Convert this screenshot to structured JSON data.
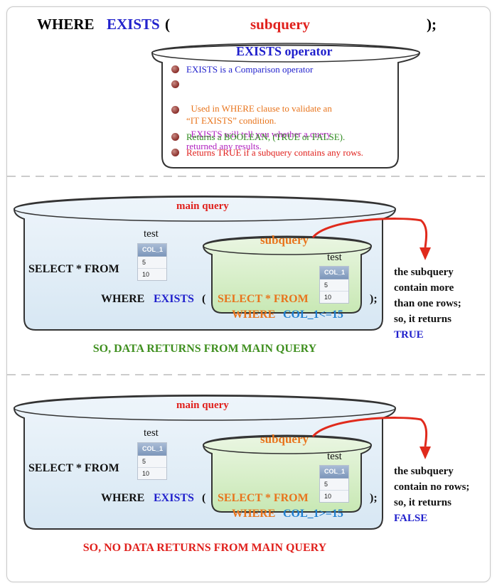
{
  "header": {
    "where": "WHERE",
    "exists": "EXISTS",
    "open_paren": "(",
    "subquery": "subquery",
    "close_paren": ");"
  },
  "exists_box": {
    "title": "EXISTS operator",
    "bullets": [
      {
        "text": "EXISTS is a Comparison operator",
        "color": "#1f1fcc"
      },
      {
        "text": "Used in WHERE clause to validate an\n“IT EXISTS” condition.",
        "color": "#e8741c"
      },
      {
        "text": "EXISTS will tell you whether a query\nreturned any results.",
        "color": "#b020c0"
      },
      {
        "text": "Returns a BOOLEAN, (TRUE or FALSE).",
        "color": "#2e8a1e"
      },
      {
        "text": "Returns TRUE if a subquery contains any rows.",
        "color": "#e0201c"
      }
    ]
  },
  "examples": [
    {
      "main_query_label": "main query",
      "table_name": "test",
      "table_header": "COL_1",
      "table_rows": [
        "5",
        "10"
      ],
      "select_from": "SELECT * FROM",
      "where": "WHERE",
      "exists": "EXISTS",
      "open_paren": "(",
      "close_paren": ");",
      "subquery_label": "subquery",
      "sub_table_name": "test",
      "sub_table_header": "COL_1",
      "sub_table_rows": [
        "5",
        "10"
      ],
      "sub_select": "SELECT * FROM",
      "sub_where": "WHERE",
      "sub_condition": "COL_1<=15",
      "note": [
        "the subquery",
        "contain more",
        "than one rows;",
        "so, it returns"
      ],
      "result": "TRUE",
      "conclusion": "SO, DATA RETURNS FROM MAIN QUERY",
      "conclusion_color": "#3f8f1f"
    },
    {
      "main_query_label": "main query",
      "table_name": "test",
      "table_header": "COL_1",
      "table_rows": [
        "5",
        "10"
      ],
      "select_from": "SELECT * FROM",
      "where": "WHERE",
      "exists": "EXISTS",
      "open_paren": "(",
      "close_paren": ");",
      "subquery_label": "subquery",
      "sub_table_name": "test",
      "sub_table_header": "COL_1",
      "sub_table_rows": [
        "5",
        "10"
      ],
      "sub_select": "SELECT * FROM",
      "sub_where": "WHERE",
      "sub_condition": "COL_1>=15",
      "note": [
        "the subquery",
        "contain no rows;",
        "so, it returns"
      ],
      "result": "FALSE",
      "conclusion": "SO, NO DATA RETURNS FROM MAIN QUERY",
      "conclusion_color": "#e0201c"
    }
  ]
}
